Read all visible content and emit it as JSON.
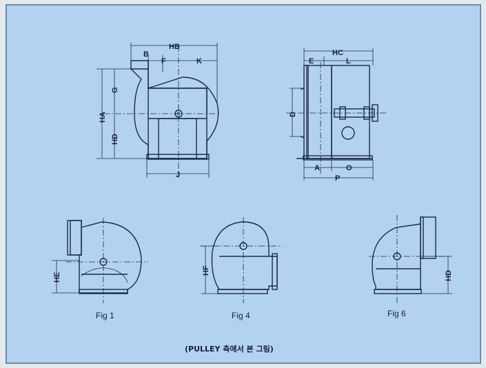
{
  "dims": {
    "fig_main_left": {
      "HB": "HB",
      "B": "B",
      "F": "F",
      "K": "K",
      "G": "G",
      "HA": "HA",
      "HD": "HD",
      "J": "J"
    },
    "fig_main_right": {
      "HC": "HC",
      "E": "E",
      "L": "L",
      "D": "D",
      "A": "A",
      "O": "O",
      "P": "P"
    },
    "fig1": {
      "HE": "HE"
    },
    "fig4": {
      "HF": "HF"
    },
    "fig6": {
      "HD": "HD"
    }
  },
  "captions": {
    "fig1": "Fig 1",
    "fig4": "Fig 4",
    "fig6": "Fig 6"
  },
  "note": "(PULLEY 측에서 본 그림)"
}
